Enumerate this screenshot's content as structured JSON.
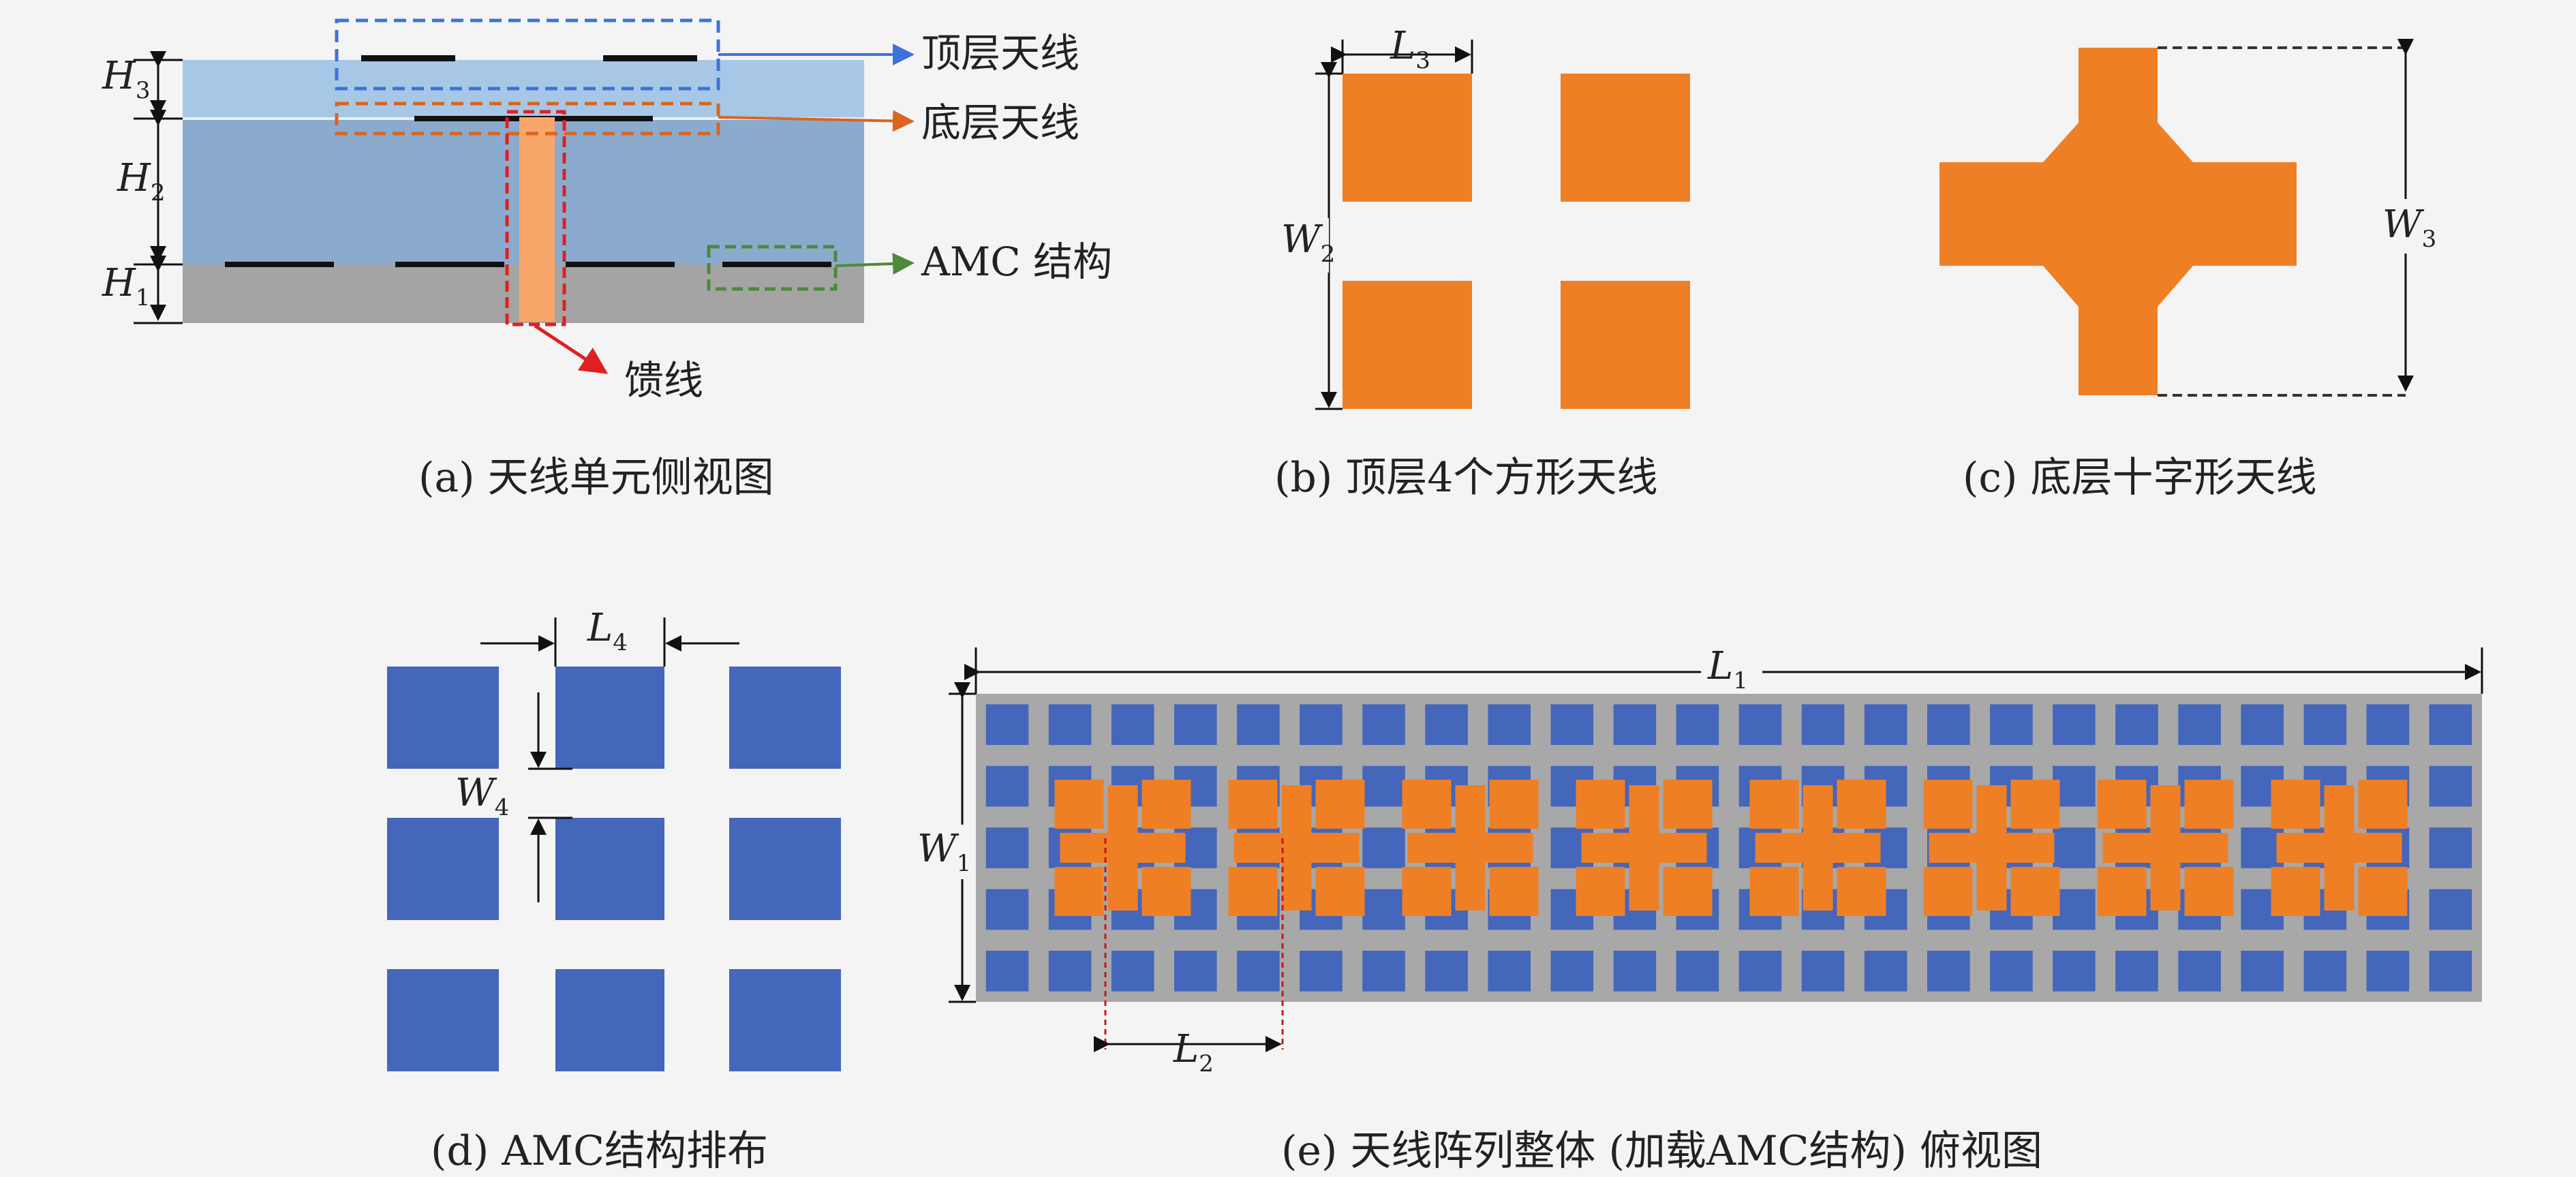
{
  "panels": {
    "a": {
      "caption": "(a) 天线单元侧视图",
      "callouts": {
        "top": "顶层天线",
        "bottom": "底层天线",
        "amc": "AMC 结构",
        "feed": "馈线"
      },
      "dims": {
        "h3": "H",
        "h3_sub": "3",
        "h2": "H",
        "h2_sub": "2",
        "h1": "H",
        "h1_sub": "1"
      }
    },
    "b": {
      "caption": "(b) 顶层4个方形天线",
      "dims": {
        "l3": "L",
        "l3_sub": "3",
        "w2": "W",
        "w2_sub": "2"
      }
    },
    "c": {
      "caption": "(c) 底层十字形天线",
      "dims": {
        "w3": "W",
        "w3_sub": "3"
      }
    },
    "d": {
      "caption": "(d) AMC结构排布",
      "dims": {
        "l4": "L",
        "l4_sub": "4",
        "w4": "W",
        "w4_sub": "4"
      }
    },
    "e": {
      "caption": "(e) 天线阵列整体 (加载AMC结构) 俯视图",
      "dims": {
        "l1": "L",
        "l1_sub": "1",
        "w1": "W",
        "w1_sub": "1",
        "l2": "L",
        "l2_sub": "2"
      },
      "amc_columns": 24,
      "amc_rows": 5,
      "antenna_elements": 8
    }
  },
  "colors": {
    "antenna": "#ef7f24",
    "amc": "#4466bb",
    "board": "#a8a8a8",
    "upper_substrate": "#a6c8e6",
    "lower_substrate": "#8aabce",
    "ground": "#a4a4a4",
    "feed": "#f9a66a",
    "top_box": "#3d73d6",
    "bottom_box": "#d9651f",
    "amc_box": "#4d8a3a",
    "feed_box": "#e02020"
  }
}
